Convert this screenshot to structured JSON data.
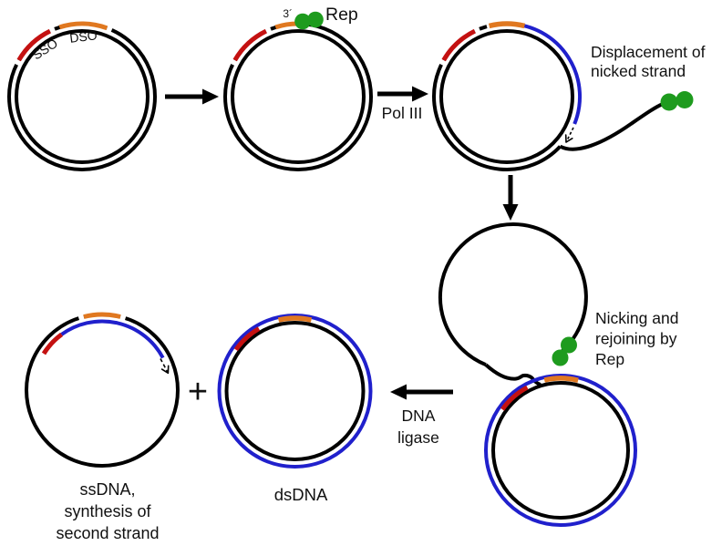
{
  "colors": {
    "black": "#000000",
    "red": "#c41111",
    "orange": "#e07820",
    "green": "#1e9b1e",
    "blue": "#2020cc",
    "white": "#ffffff"
  },
  "stage1_plasmid": {
    "sso_label": "SSO",
    "dso_label": "DSO"
  },
  "stage2_rep_binding": {
    "three_prime_label": "3´",
    "rep_label": "Rep"
  },
  "step_arrows": {
    "pol3_label": "Pol III",
    "dna_ligase_label_line1": "DNA",
    "dna_ligase_label_line2": "ligase"
  },
  "stage3_displacement": {
    "caption_line1": "Displacement of",
    "caption_line2": "nicked strand"
  },
  "stage4_nicking": {
    "caption_line1": "Nicking and",
    "caption_line2": "rejoining by",
    "caption_line3": "Rep"
  },
  "products": {
    "dsdna_label": "dsDNA",
    "plus_sign": "+",
    "ssdna_caption_line1": "ssDNA,",
    "ssdna_caption_line2": "synthesis of",
    "ssdna_caption_line3": "second strand"
  }
}
